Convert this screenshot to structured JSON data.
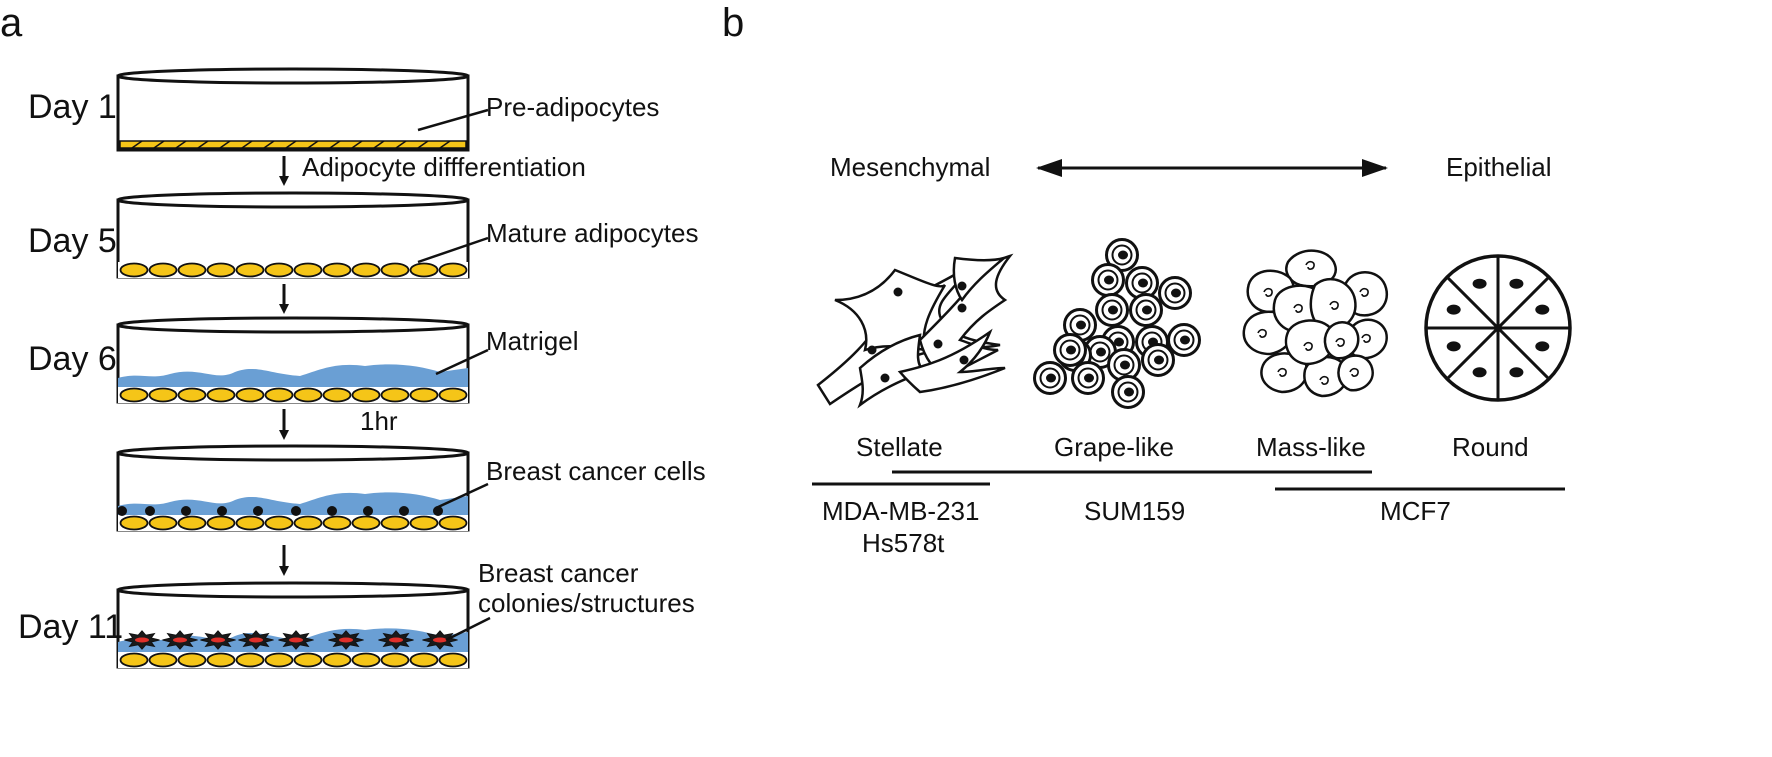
{
  "panel_a": {
    "letter": "a",
    "days": [
      "Day 1",
      "Day 5",
      "Day 6",
      "",
      "Day 11"
    ],
    "layer_labels": [
      "Pre-adipocytes",
      "Mature adipocytes",
      "Matrigel",
      "Breast cancer cells"
    ],
    "colonies_label": [
      "Breast cancer",
      "colonies/structures"
    ],
    "step_labels": [
      "Adipocyte diffferentiation",
      "1hr"
    ]
  },
  "panel_b": {
    "letter": "b",
    "spectrum_left": "Mesenchymal",
    "spectrum_right": "Epithelial",
    "morphologies": [
      "Stellate",
      "Grape-like",
      "Mass-like",
      "Round"
    ],
    "cell_lines": {
      "line1": [
        "MDA-MB-231",
        "Hs578t"
      ],
      "line2": "SUM159",
      "line3": "MCF7"
    }
  },
  "colors": {
    "adipocyte": "#f5c518",
    "matrigel": "#6a9fd4",
    "colony_center": "#e0302a",
    "ink": "#111111"
  }
}
